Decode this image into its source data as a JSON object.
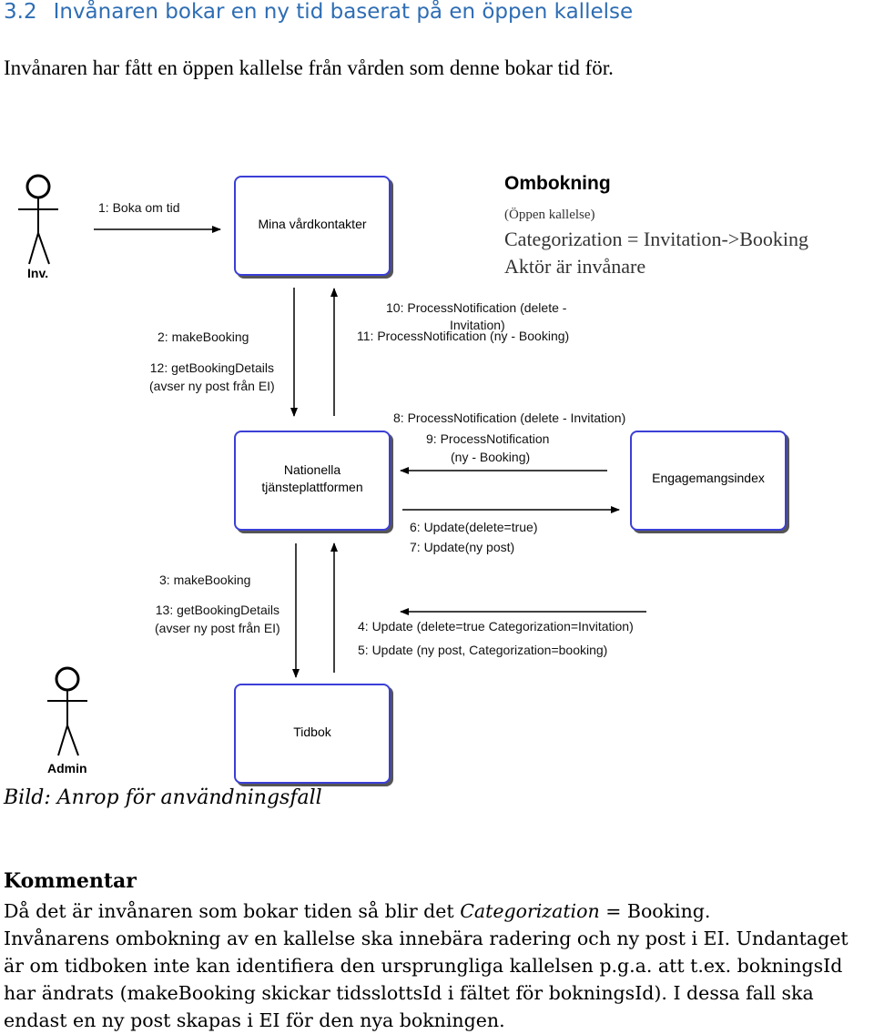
{
  "section": {
    "number": "3.2",
    "title": "Invånaren bokar en ny tid baserat på en öppen kallelse",
    "intro": "Invånaren har fått en öppen kallelse från vården som denne bokar tid för."
  },
  "diagram": {
    "actor_inv": "Inv.",
    "actor_admin": "Admin",
    "box_mina": "Mina vårdkontakter",
    "box_ntp_line1": "Nationella",
    "box_ntp_line2": "tjänsteplattformen",
    "box_ei": "Engagemangsindex",
    "box_tidbok": "Tidbok",
    "ombokning_title": "Ombokning",
    "ombokning_sub": "(Öppen kallelse)",
    "ombokning_line1": "Categorization = Invitation->Booking",
    "ombokning_line2": "Aktör är invånare",
    "msg1": "1: Boka om tid",
    "msg2": "2: makeBooking",
    "msg12_line1": "12: getBookingDetails",
    "msg12_line2": "(avser ny post från EI)",
    "msg10_line1": "10: ProcessNotification (delete -",
    "msg10_line2": "Invitation)",
    "msg11": "11: ProcessNotification (ny - Booking)",
    "msg8": "8: ProcessNotification (delete - Invitation)",
    "msg9_line1": "9: ProcessNotification",
    "msg9_line2": "(ny - Booking)",
    "msg6": "6: Update(delete=true)",
    "msg7": "7: Update(ny post)",
    "msg3": "3: makeBooking",
    "msg13_line1": "13: getBookingDetails",
    "msg13_line2": "(avser ny post från EI)",
    "msg4": "4: Update (delete=true Categorization=Invitation)",
    "msg5": "5: Update (ny post, Categorization=booking)"
  },
  "caption": "Bild: Anrop för användningsfall",
  "comment": {
    "title": "Kommentar",
    "p1_before": "Då det är invånaren som bokar tiden så blir det ",
    "p1_italic": "Categorization",
    "p1_after": " = Booking.",
    "p2": "Invånarens ombokning av en kallelse ska innebära radering och ny post i EI. Undantaget är om tidboken inte kan identifiera den ursprungliga kallelsen p.g.a. att t.ex. bokningsId har ändrats (makeBooking skickar tidsslottsId i fältet för bokningsId). I dessa fall ska endast en ny post skapas i EI för den nya bokningen."
  },
  "colors": {
    "heading": "#2e6db4",
    "box_border": "#3b3fd6"
  }
}
